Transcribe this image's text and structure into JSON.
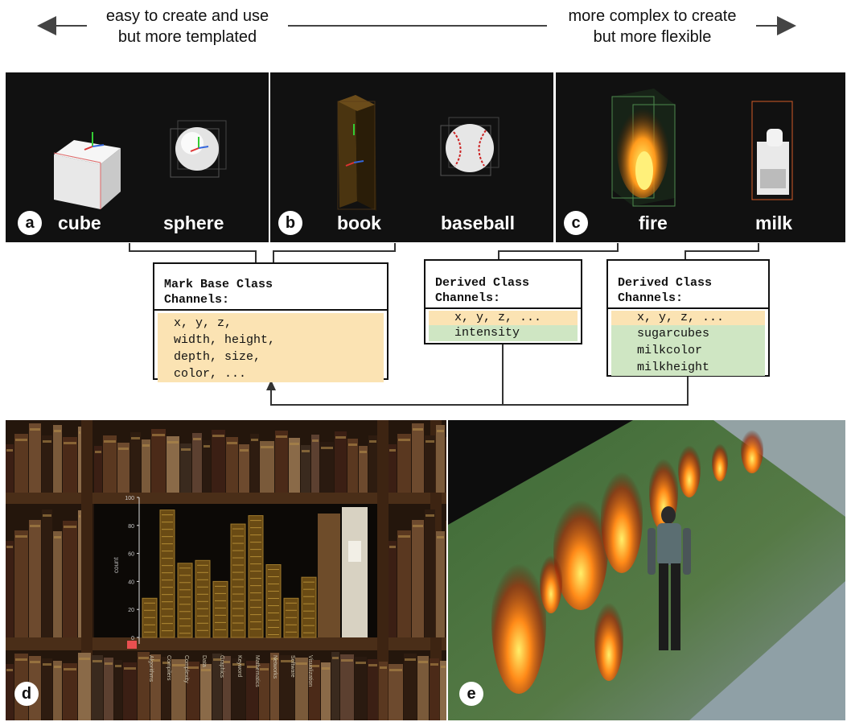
{
  "top": {
    "left_text": [
      "easy to create and use",
      "but more templated"
    ],
    "right_text": [
      "more complex to create",
      "but more flexible"
    ]
  },
  "panels": [
    {
      "badge": "a",
      "labels": [
        "cube",
        "sphere"
      ]
    },
    {
      "badge": "b",
      "labels": [
        "book",
        "baseball"
      ]
    },
    {
      "badge": "c",
      "labels": [
        "fire",
        "milk"
      ]
    }
  ],
  "classes": {
    "base": {
      "title": "Mark Base Class",
      "channels_label": "Channels:",
      "rows": [
        "x, y, z,",
        "width, height,",
        "depth, size,",
        "color, ..."
      ]
    },
    "fire": {
      "title": "Derived Class",
      "channels_label": "Channels:",
      "inherited": "x, y, z, ...",
      "own": [
        "intensity"
      ]
    },
    "milk": {
      "title": "Derived Class",
      "channels_label": "Channels:",
      "inherited": "x, y, z, ...",
      "own": [
        "sugarcubes",
        "milkcolor",
        "milkheight"
      ]
    }
  },
  "bottom": {
    "d": {
      "badge": "d",
      "y_axis_label": "count",
      "y_ticks": [
        "100",
        "80",
        "60",
        "40",
        "20",
        "0"
      ],
      "bar_values": [
        28,
        91,
        53,
        55,
        40,
        81,
        87,
        52,
        28,
        43
      ],
      "book_titles": [
        "Algorithms",
        "Compilers",
        "Complexity",
        "Data",
        "Graphics",
        "Keyword",
        "Mathematics",
        "Networks",
        "Software",
        "Visualization"
      ]
    },
    "e": {
      "badge": "e"
    }
  }
}
